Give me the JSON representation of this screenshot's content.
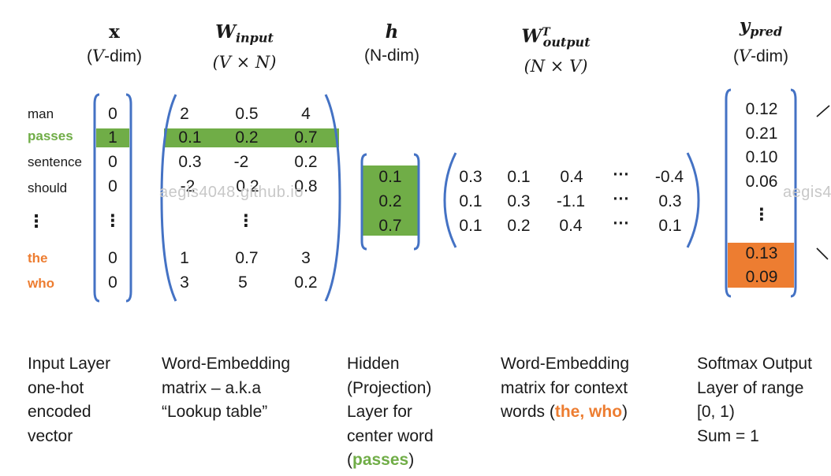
{
  "headers": {
    "x": {
      "symbol": "x",
      "sub": "",
      "sup": "",
      "dim_prefix": "(",
      "dim_var": "V",
      "dim_suffix": "-dim)"
    },
    "w_in": {
      "symbol": "W",
      "sub": "input",
      "sup": "",
      "dim": "(V × N)"
    },
    "h": {
      "symbol": "h",
      "sub": "",
      "sup": "",
      "dim": "(N-dim)"
    },
    "w_out": {
      "symbol": "W",
      "sub": "output",
      "sup": "T",
      "dim": "(N × V)"
    },
    "y": {
      "symbol": "y",
      "sub": "pred",
      "sup": "",
      "dim_prefix": "(",
      "dim_var": "V",
      "dim_suffix": "-dim)"
    }
  },
  "row_labels": [
    "man",
    "passes",
    "sentence",
    "should",
    "⋮",
    "the",
    "who"
  ],
  "x_vector": [
    "0",
    "1",
    "0",
    "0",
    "⋮",
    "0",
    "0"
  ],
  "w_input": [
    [
      "2",
      "0.5",
      "4"
    ],
    [
      "0.1",
      "0.2",
      "0.7"
    ],
    [
      "0.3",
      "-2",
      "0.2"
    ],
    [
      "-2",
      "0.2",
      "0.8"
    ],
    [
      "",
      "⋮",
      ""
    ],
    [
      "1",
      "0.7",
      "3"
    ],
    [
      "3",
      "5",
      "0.2"
    ]
  ],
  "h_vector": [
    "0.1",
    "0.2",
    "0.7"
  ],
  "w_output": [
    [
      "0.3",
      "0.1",
      "0.4",
      "···",
      "-0.4"
    ],
    [
      "0.1",
      "0.3",
      "-1.1",
      "···",
      "0.3"
    ],
    [
      "0.1",
      "0.2",
      "0.4",
      "···",
      "0.1"
    ]
  ],
  "y_vector": [
    "0.12",
    "0.21",
    "0.10",
    "0.06",
    "⋮",
    "0.13",
    "0.09"
  ],
  "watermarks": [
    "aegis4048.github.io",
    "aegis4"
  ],
  "captions": {
    "input": [
      "Input Layer",
      "one-hot",
      "encoded",
      "vector"
    ],
    "w_in": [
      "Word-Embedding",
      "matrix – a.k.a",
      "“Lookup table”"
    ],
    "hidden": [
      "Hidden",
      "(Projection)",
      "Layer for",
      "center word"
    ],
    "hidden_open": "(",
    "hidden_word": "passes",
    "hidden_close": ")",
    "w_out": [
      "Word-Embedding",
      "matrix for context"
    ],
    "w_out_prefix": "words (",
    "w_out_words": "the, who",
    "w_out_suffix": ")",
    "softmax": [
      "Softmax Output",
      "Layer of range",
      "[0, 1)",
      "Sum = 1"
    ]
  },
  "colors": {
    "accent_green": "#70ad47",
    "accent_orange": "#ed7d31",
    "bracket_blue": "#4472c4"
  }
}
